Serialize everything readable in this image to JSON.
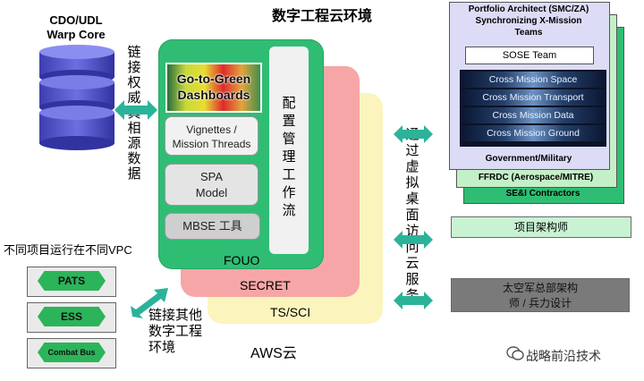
{
  "title": "数字工程云环境",
  "warp": {
    "line1": "CDO/UDL",
    "line2": "Warp Core"
  },
  "left_vertical": "链接权威真相源数据",
  "center": {
    "dashboards": {
      "line1": "Go-to-Green",
      "line2": "Dashboards"
    },
    "vignettes": {
      "line1": "Vignettes /",
      "line2": "Mission Threads"
    },
    "spa": {
      "line1": "SPA",
      "line2": "Model"
    },
    "mbse": "MBSE 工具",
    "config": "配置管理工作流",
    "fouo": "FOUO",
    "secret": "SECRET",
    "ts": "TS/SCI",
    "aws": "AWS云"
  },
  "vpc": {
    "label": "不同项目运行在不同VPC",
    "items": [
      "PATS",
      "ESS",
      "Combat Bus"
    ],
    "link_label": {
      "line1": "链接其他",
      "line2": "数字工程",
      "line3": "环境"
    }
  },
  "right_vertical": "通过虚拟桌面访问云服务",
  "right": {
    "portfolio": {
      "line1": "Portfolio Architect (SMC/ZA)",
      "line2": "Synchronizing X-Mission",
      "line3": "Teams"
    },
    "sose": "SOSE Team",
    "bands": [
      "Cross Mission Space",
      "Cross Mission Transport",
      "Cross Mission Data",
      "Cross Mission Ground"
    ],
    "gov": "Government/Military",
    "ffrdc": "FFRDC (Aerospace/MITRE)",
    "sei": "SE&I Contractors",
    "project": "项目架构师",
    "hq": {
      "line1": "太空军总部架构",
      "line2": "师 / 兵力设计"
    }
  },
  "watermark": "战略前沿技术",
  "colors": {
    "fouo": "#2fbd74",
    "secret": "#f6a6a6",
    "ts": "#fbf5bd",
    "accent_green": "#2cb45a"
  }
}
